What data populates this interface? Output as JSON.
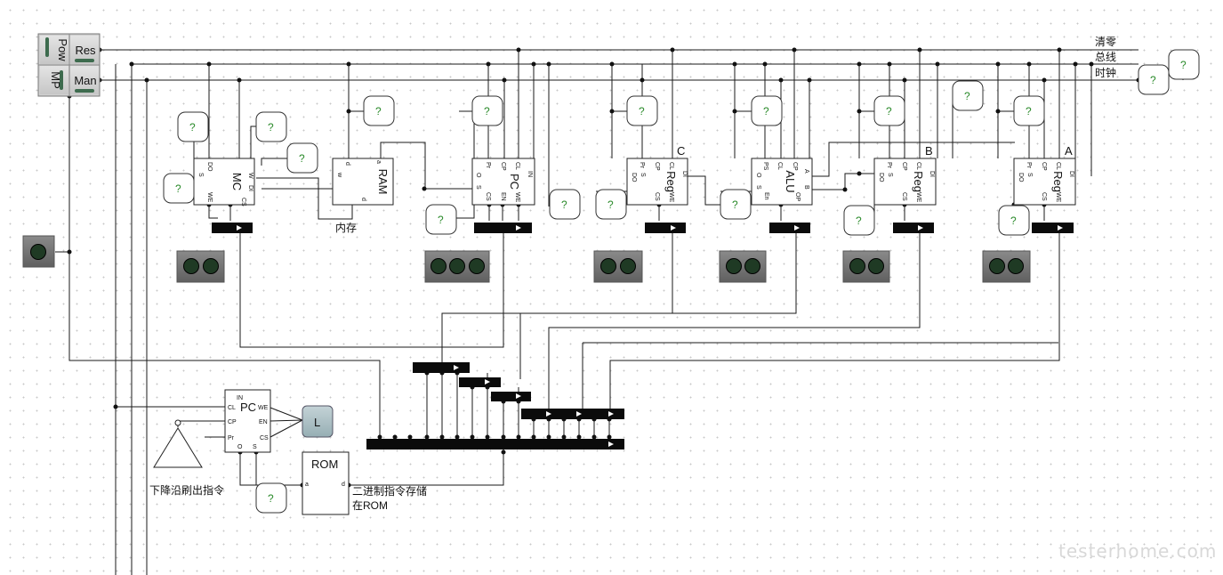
{
  "control_panel": {
    "pow_label": "Pow",
    "res_label": "Res",
    "mp_label": "MP",
    "man_label": "Man"
  },
  "bus_labels": {
    "clear": "清零",
    "bus": "总线",
    "clock": "时钟"
  },
  "modules": {
    "mc": {
      "title": "MC",
      "pins": [
        "DO",
        "S",
        "WE",
        "CS",
        "W",
        "DI"
      ]
    },
    "ram": {
      "title": "RAM",
      "pins": [
        "d",
        "w",
        "a",
        "d"
      ],
      "caption": "内存"
    },
    "pc": {
      "title": "PC",
      "pins": [
        "Pr",
        "CP",
        "CL",
        "IN",
        "O",
        "S",
        "CS",
        "EN",
        "WE"
      ]
    },
    "reg_c": {
      "title": "Reg",
      "tag": "C",
      "pins": [
        "Pr",
        "CP",
        "CL",
        "DI",
        "DO",
        "S",
        "CS",
        "WE"
      ]
    },
    "alu": {
      "title": "ALU",
      "pins": [
        "PS",
        "CL",
        "CP",
        "A",
        "B",
        "O",
        "S",
        "En",
        "OP"
      ]
    },
    "reg_b": {
      "title": "Reg",
      "tag": "B",
      "pins": [
        "Pr",
        "CP",
        "CL",
        "DI",
        "DO",
        "S",
        "CS",
        "WE"
      ]
    },
    "reg_a": {
      "title": "Reg",
      "tag": "A",
      "pins": [
        "Pr",
        "CP",
        "CL",
        "DI",
        "DO",
        "S",
        "CS",
        "WE"
      ]
    },
    "upc": {
      "title": "PC",
      "pins": [
        "IN",
        "CL",
        "CP",
        "Pr",
        "WE",
        "EN",
        "CS",
        "O",
        "S"
      ]
    },
    "rom": {
      "title": "ROM",
      "pins": [
        "a",
        "d"
      ],
      "caption_line1": "二进制指令存储",
      "caption_line2": "在ROM"
    }
  },
  "probe_text": "?",
  "led_text": "L",
  "edge_caption": "下降沿刷出指令",
  "watermark": "testerhome.com"
}
